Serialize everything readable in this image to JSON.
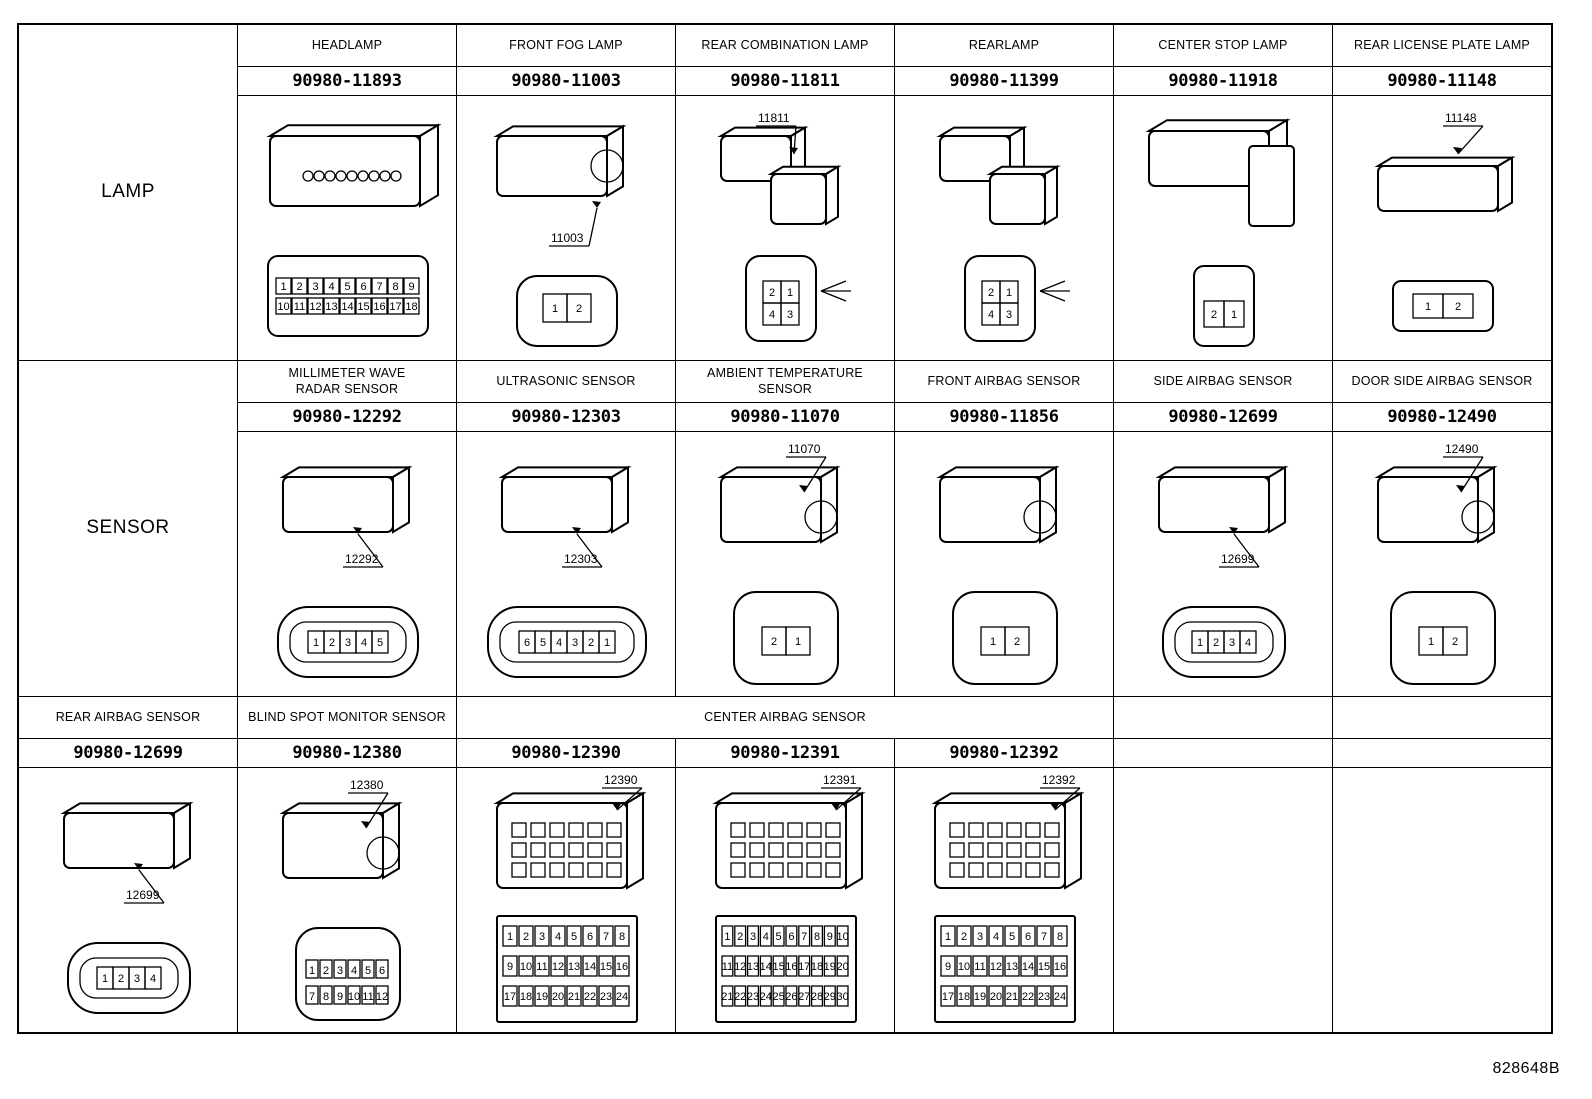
{
  "categories": {
    "lamp": "LAMP",
    "sensor": "SENSOR"
  },
  "lamp_row": [
    {
      "name": "HEADLAMP",
      "part": "90980-11893",
      "callout": "",
      "pins": [
        "1",
        "2",
        "3",
        "4",
        "5",
        "6",
        "7",
        "8",
        "9",
        "10",
        "11",
        "12",
        "13",
        "14",
        "15",
        "16",
        "17",
        "18"
      ]
    },
    {
      "name": "FRONT FOG LAMP",
      "part": "90980-11003",
      "callout": "11003",
      "pins": [
        "1",
        "2"
      ]
    },
    {
      "name": "REAR COMBINATION LAMP",
      "part": "90980-11811",
      "callout": "11811",
      "pins": [
        "2",
        "1",
        "4",
        "3"
      ]
    },
    {
      "name": "REARLAMP",
      "part": "90980-11399",
      "callout": "",
      "pins": [
        "2",
        "1",
        "4",
        "3"
      ]
    },
    {
      "name": "CENTER STOP LAMP",
      "part": "90980-11918",
      "callout": "",
      "pins": [
        "2",
        "1"
      ]
    },
    {
      "name": "REAR LICENSE PLATE LAMP",
      "part": "90980-11148",
      "callout": "11148",
      "pins": [
        "1",
        "2"
      ]
    }
  ],
  "sensor_row": [
    {
      "name": "MILLIMETER WAVE\nRADAR SENSOR",
      "part": "90980-12292",
      "callout": "12292",
      "pins": [
        "1",
        "2",
        "3",
        "4",
        "5"
      ]
    },
    {
      "name": "ULTRASONIC SENSOR",
      "part": "90980-12303",
      "callout": "12303",
      "pins": [
        "6",
        "5",
        "4",
        "3",
        "2",
        "1"
      ]
    },
    {
      "name": "AMBIENT TEMPERATURE\nSENSOR",
      "part": "90980-11070",
      "callout": "11070",
      "pins": [
        "2",
        "1"
      ]
    },
    {
      "name": "FRONT AIRBAG SENSOR",
      "part": "90980-11856",
      "callout": "",
      "pins": [
        "1",
        "2"
      ]
    },
    {
      "name": "SIDE AIRBAG SENSOR",
      "part": "90980-12699",
      "callout": "12699",
      "pins": [
        "1",
        "2",
        "3",
        "4"
      ]
    },
    {
      "name": "DOOR SIDE AIRBAG SENSOR",
      "part": "90980-12490",
      "callout": "12490",
      "pins": [
        "1",
        "2"
      ]
    }
  ],
  "third_row": {
    "rear_airbag": {
      "name": "REAR AIRBAG SENSOR",
      "part": "90980-12699",
      "callout": "12699",
      "pins": [
        "1",
        "2",
        "3",
        "4"
      ]
    },
    "blind_spot": {
      "name": "BLIND SPOT MONITOR SENSOR",
      "part": "90980-12380",
      "callout": "12380",
      "pins": [
        "1",
        "2",
        "3",
        "4",
        "5",
        "6",
        "7",
        "8",
        "9",
        "10",
        "11",
        "12"
      ]
    },
    "center_airbag_header": "CENTER AIRBAG SENSOR",
    "center_airbag": [
      {
        "part": "90980-12390",
        "callout": "12390",
        "pins": [
          "1",
          "2",
          "3",
          "4",
          "5",
          "6",
          "7",
          "8",
          "9",
          "10",
          "11",
          "12",
          "13",
          "14",
          "15",
          "16",
          "17",
          "18",
          "19",
          "20",
          "21",
          "22",
          "23",
          "24"
        ]
      },
      {
        "part": "90980-12391",
        "callout": "12391",
        "pins": [
          "1",
          "2",
          "3",
          "4",
          "5",
          "6",
          "7",
          "8",
          "9",
          "10",
          "11",
          "12",
          "13",
          "14",
          "15",
          "16",
          "17",
          "18",
          "19",
          "20",
          "21",
          "22",
          "23",
          "24",
          "25",
          "26",
          "27",
          "28",
          "29",
          "30"
        ]
      },
      {
        "part": "90980-12392",
        "callout": "12392",
        "pins": [
          "1",
          "2",
          "3",
          "4",
          "5",
          "6",
          "7",
          "8",
          "9",
          "10",
          "11",
          "12",
          "13",
          "14",
          "15",
          "16",
          "17",
          "18",
          "19",
          "20",
          "21",
          "22",
          "23",
          "24"
        ]
      }
    ]
  },
  "figure_id": "828648B"
}
